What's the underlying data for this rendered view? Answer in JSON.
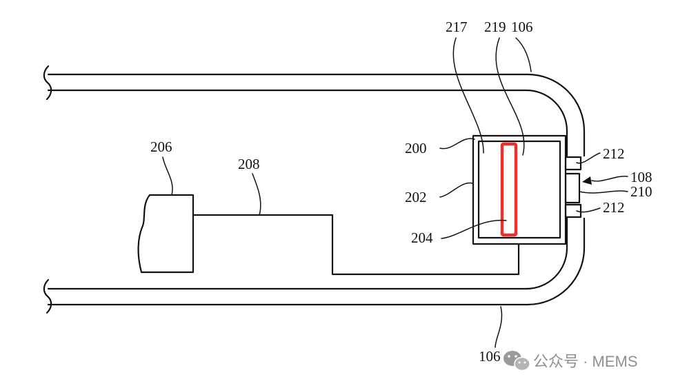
{
  "labels": {
    "l217": "217",
    "l219": "219",
    "l106_top": "106",
    "l200": "200",
    "l212_top": "212",
    "l108": "108",
    "l206": "206",
    "l208": "208",
    "l202": "202",
    "l210": "210",
    "l212_bottom": "212",
    "l204": "204",
    "l106_bottom": "106"
  },
  "watermark": {
    "text": "公众号 · MEMS"
  },
  "colors": {
    "line": "#111111",
    "highlight": "#e8302f",
    "watermark": "#8f8f8f"
  }
}
